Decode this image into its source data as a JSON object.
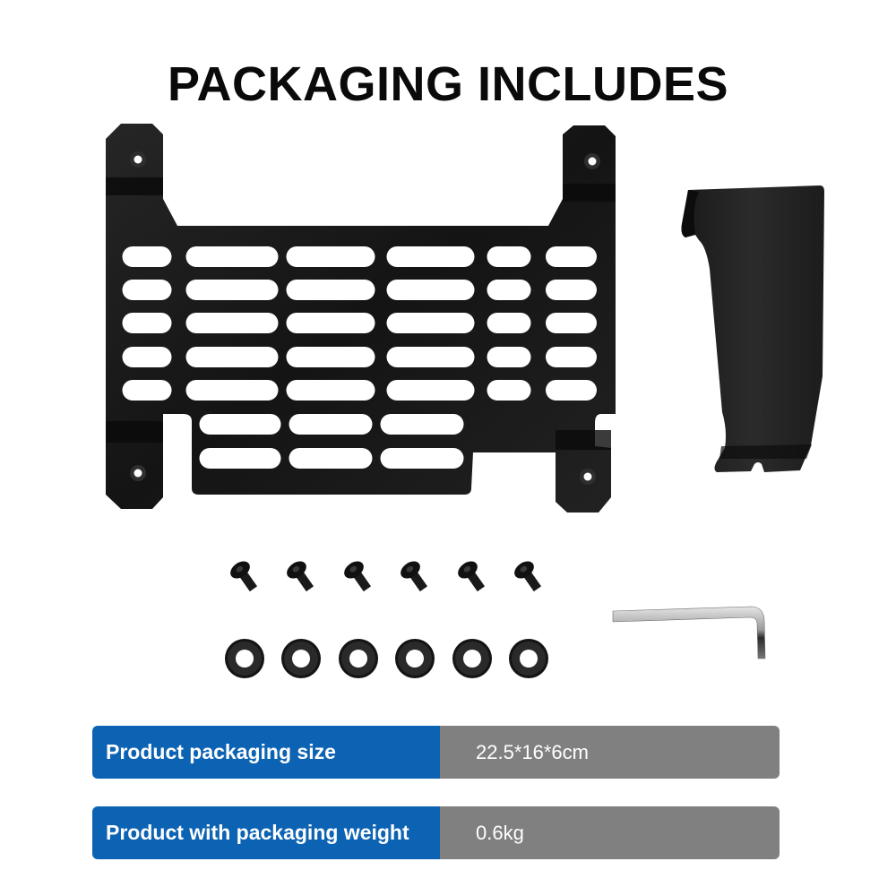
{
  "header": {
    "title": "PACKAGING INCLUDES"
  },
  "items": [
    {
      "name": "mounting-bracket-plate",
      "quantity": 1
    },
    {
      "name": "curved-clip",
      "quantity": 1
    },
    {
      "name": "screw",
      "quantity": 6
    },
    {
      "name": "washer",
      "quantity": 6
    },
    {
      "name": "hex-key",
      "quantity": 1
    }
  ],
  "specs": [
    {
      "label": "Product packaging size",
      "value": "22.5*16*6cm"
    },
    {
      "label": "Product with packaging weight",
      "value": "0.6kg"
    }
  ],
  "colors": {
    "label_bg": "#0d63b3",
    "value_bg": "#808080",
    "part_color": "#1c1c1c"
  }
}
